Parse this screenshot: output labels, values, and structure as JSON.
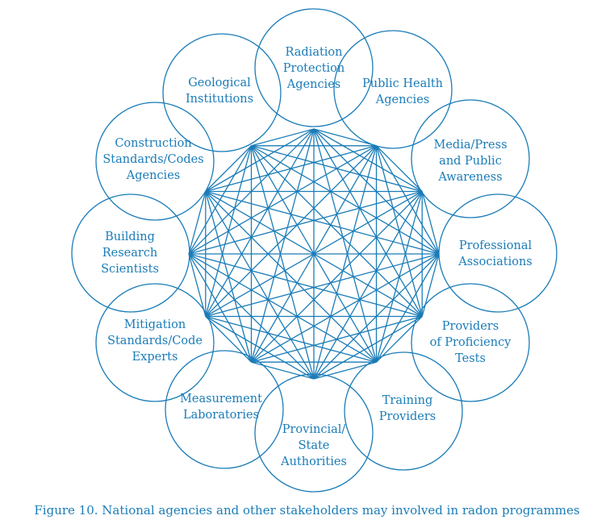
{
  "colors": {
    "accent": "#1a7cb8",
    "background": "#ffffff"
  },
  "diagram": {
    "nodes": [
      {
        "id": "radiation-protection-agencies",
        "lines": [
          "Radiation",
          "Protection",
          "Agencies"
        ]
      },
      {
        "id": "public-health-agencies",
        "lines": [
          "Public Health",
          "Agencies"
        ]
      },
      {
        "id": "media-press-public-awareness",
        "lines": [
          "Media/Press",
          "and Public",
          "Awareness"
        ]
      },
      {
        "id": "professional-associations",
        "lines": [
          "Professional",
          "Associations"
        ]
      },
      {
        "id": "providers-of-proficiency-tests",
        "lines": [
          "Providers",
          "of Proficiency",
          "Tests"
        ]
      },
      {
        "id": "training-providers",
        "lines": [
          "Training",
          "Providers"
        ]
      },
      {
        "id": "provincial-state-authorities",
        "lines": [
          "Provincial/",
          "State",
          "Authorities"
        ]
      },
      {
        "id": "measurement-laboratories",
        "lines": [
          "Measurement",
          "Laboratories"
        ]
      },
      {
        "id": "mitigation-standards-code-experts",
        "lines": [
          "Mitigation",
          "Standards/Code",
          "Experts"
        ]
      },
      {
        "id": "building-research-scientists",
        "lines": [
          "Building",
          "Research",
          "Scientists"
        ]
      },
      {
        "id": "construction-standards-codes-agencies",
        "lines": [
          "Construction",
          "Standards/Codes",
          "Agencies"
        ]
      },
      {
        "id": "geological-institutions",
        "lines": [
          "Geological",
          "Institutions"
        ]
      }
    ]
  },
  "caption": "Figure 10. National agencies and other stakeholders may involved in radon programmes"
}
